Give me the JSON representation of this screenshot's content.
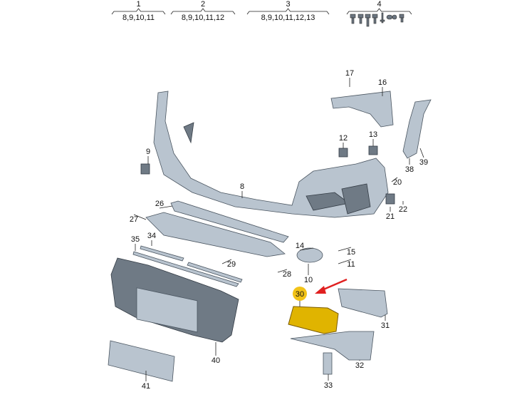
{
  "title": "Front bumper parts diagram",
  "groups": [
    {
      "number": "1",
      "contents": "8,9,10,11"
    },
    {
      "number": "2",
      "contents": "8,9,10,11,12"
    },
    {
      "number": "3",
      "contents": "8,9,10,11,12,13"
    },
    {
      "number": "4",
      "contents": ""
    }
  ],
  "callouts": [
    "17",
    "16",
    "12",
    "13",
    "9",
    "38",
    "39",
    "20",
    "8",
    "22",
    "21",
    "26",
    "27",
    "34",
    "35",
    "14",
    "15",
    "11",
    "29",
    "28",
    "10",
    "31",
    "40",
    "32",
    "41",
    "33"
  ],
  "highlight": {
    "label": "30",
    "color": "#f2c318",
    "arrow_color": "#e02020"
  },
  "colors": {
    "part": "#b9c4cf",
    "highlight_part": "#e0b400"
  }
}
